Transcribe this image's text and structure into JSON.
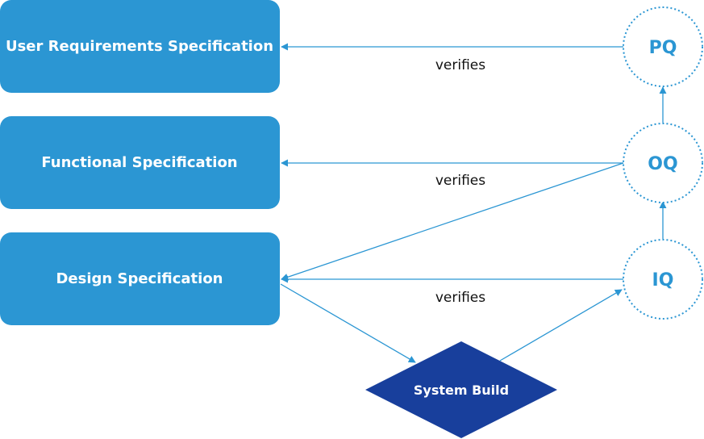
{
  "nodes": {
    "urs": {
      "label": "User Requirements Specification"
    },
    "fs": {
      "label": "Functional Specification"
    },
    "ds": {
      "label": "Design Specification"
    },
    "build": {
      "label": "System Build"
    },
    "pq": {
      "label": "PQ"
    },
    "oq": {
      "label": "OQ"
    },
    "iq": {
      "label": "IQ"
    }
  },
  "edges": {
    "pq_urs": {
      "label": "verifies"
    },
    "oq_fs": {
      "label": "verifies"
    },
    "iq_ds": {
      "label": "verifies"
    }
  },
  "colors": {
    "box_fill": "#2b96d3",
    "diamond_fill": "#183f9c",
    "circle_stroke": "#2b96d3",
    "line": "#2b96d3"
  }
}
